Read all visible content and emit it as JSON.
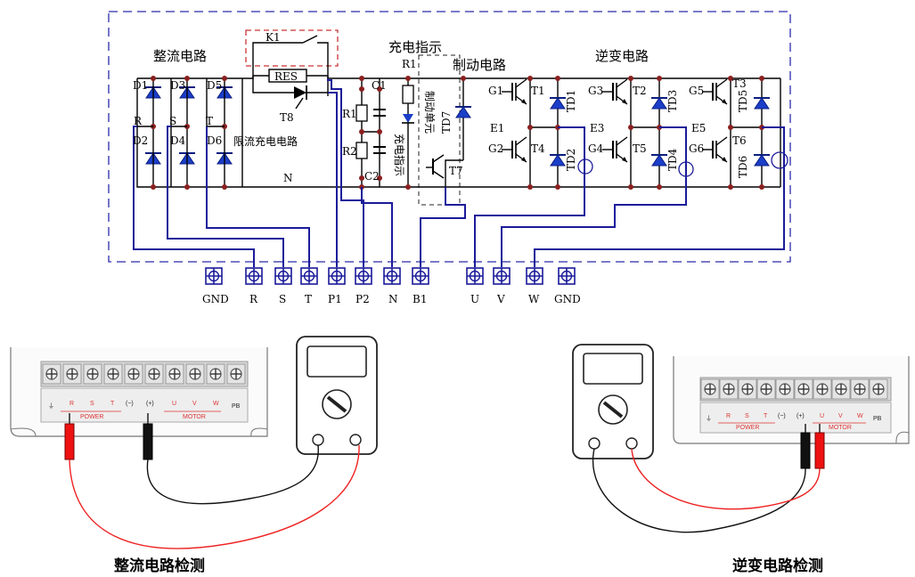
{
  "sections": {
    "rectifier": "整流电路",
    "brake": "制动电路",
    "inverter": "逆变电路",
    "charge_indicator": "充电指示",
    "soft_charge": "限流充电电路",
    "brake_unit": "制动单元",
    "charge_indicator_vertical": "充电指示"
  },
  "components": {
    "relay": "K1",
    "resistor": "RES",
    "thyristor": "T8",
    "r1_top": "R1",
    "c1": "C1",
    "r1": "R1",
    "r2": "R2",
    "c2": "C2",
    "td7": "TD7",
    "t7": "T7",
    "bus_n": "N",
    "diodes": [
      "D1",
      "D3",
      "D5",
      "D2",
      "D4",
      "D6"
    ],
    "phase_inputs": [
      "R",
      "S",
      "T"
    ],
    "igbts": [
      "T1",
      "T2",
      "T3",
      "T4",
      "T5",
      "T6"
    ],
    "gates": [
      "G1",
      "G3",
      "G5",
      "G2",
      "G4",
      "G6"
    ],
    "emitters": [
      "E1",
      "E3",
      "E5"
    ],
    "freewheel": [
      "TD1",
      "TD3",
      "TD5",
      "TD2",
      "TD4",
      "TD6"
    ]
  },
  "terminals": [
    "GND",
    "R",
    "S",
    "T",
    "P1",
    "P2",
    "N",
    "B1",
    "U",
    "V",
    "W",
    "GND"
  ],
  "left_panel": {
    "top_labels": [
      "⏚",
      "R",
      "S",
      "T",
      "(−)",
      "(+)",
      "U",
      "V",
      "W",
      "PB"
    ],
    "power": "POWER",
    "motor": "MOTOR"
  },
  "right_panel": {
    "top_labels": [
      "⏚",
      "R",
      "S",
      "T",
      "(−)",
      "(+)",
      "U",
      "V",
      "W",
      "PB"
    ],
    "power": "POWER",
    "motor": "MOTOR"
  },
  "captions": {
    "left": "整流电路检测",
    "right": "逆变电路检测"
  }
}
